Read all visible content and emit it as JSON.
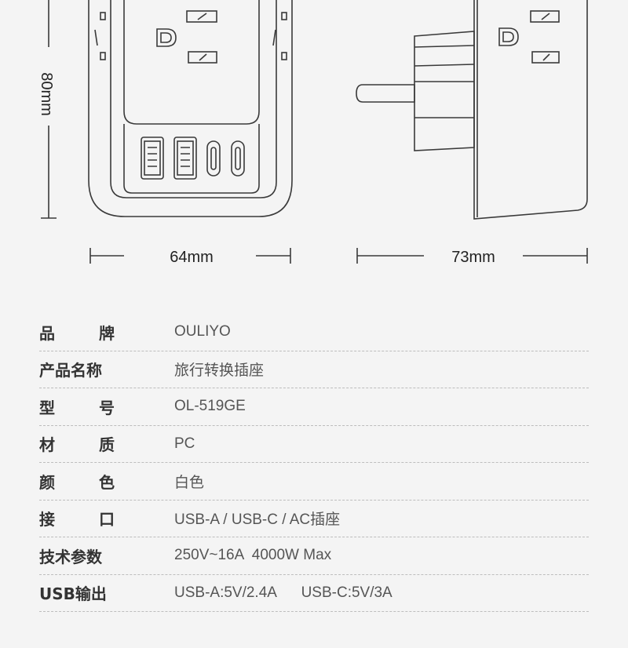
{
  "dimensions": {
    "height": "80mm",
    "width": "64mm",
    "depth": "73mm"
  },
  "specs": [
    {
      "label_chars": [
        "品",
        "牌"
      ],
      "value": "OULIYO"
    },
    {
      "label_chars": [
        "产品名称"
      ],
      "value": "旅行转换插座"
    },
    {
      "label_chars": [
        "型",
        "号"
      ],
      "value": "OL-519GE"
    },
    {
      "label_chars": [
        "材",
        "质"
      ],
      "value": "PC"
    },
    {
      "label_chars": [
        "颜",
        "色"
      ],
      "value": "白色"
    },
    {
      "label_chars": [
        "接",
        "口"
      ],
      "value": "USB-A / USB-C / AC插座"
    },
    {
      "label_chars": [
        "技术参数"
      ],
      "value": "250V~16A  4000W Max"
    },
    {
      "label_chars": [
        "USB输出"
      ],
      "value": "USB-A:5V/2.4A      USB-C:5V/3A"
    }
  ],
  "colors": {
    "background": "#f4f4f4",
    "line": "#3a3a3a",
    "divider": "#bdbdbd"
  }
}
